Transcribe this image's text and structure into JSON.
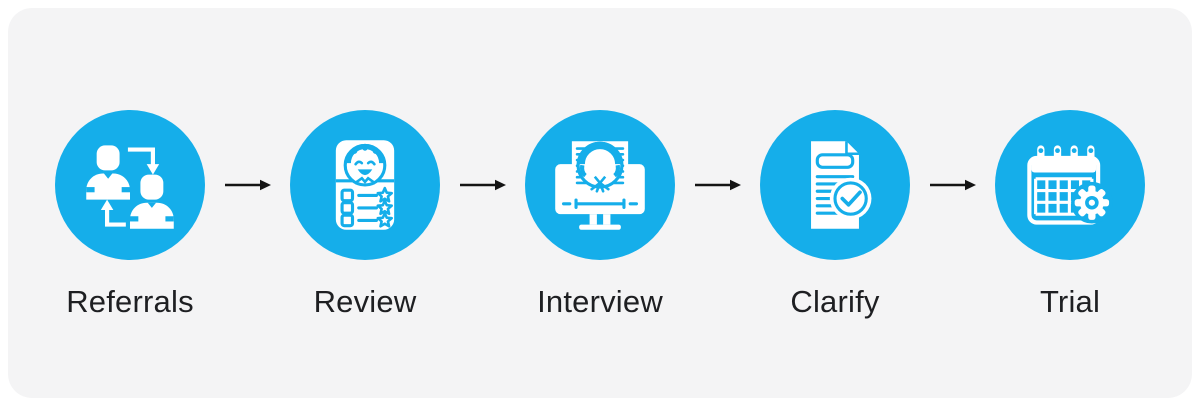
{
  "colors": {
    "accent": "#15aeea",
    "panel-bg": "#f4f4f5",
    "page-bg": "#ffffff",
    "arrow": "#141414",
    "label": "#1e1f22",
    "icon": "#ffffff"
  },
  "flow": {
    "steps": [
      {
        "label": "Referrals",
        "icon": "people-exchange-icon"
      },
      {
        "label": "Review",
        "icon": "resume-rating-icon"
      },
      {
        "label": "Interview",
        "icon": "video-interview-icon"
      },
      {
        "label": "Clarify",
        "icon": "document-check-icon"
      },
      {
        "label": "Trial",
        "icon": "calendar-gear-icon"
      }
    ]
  }
}
